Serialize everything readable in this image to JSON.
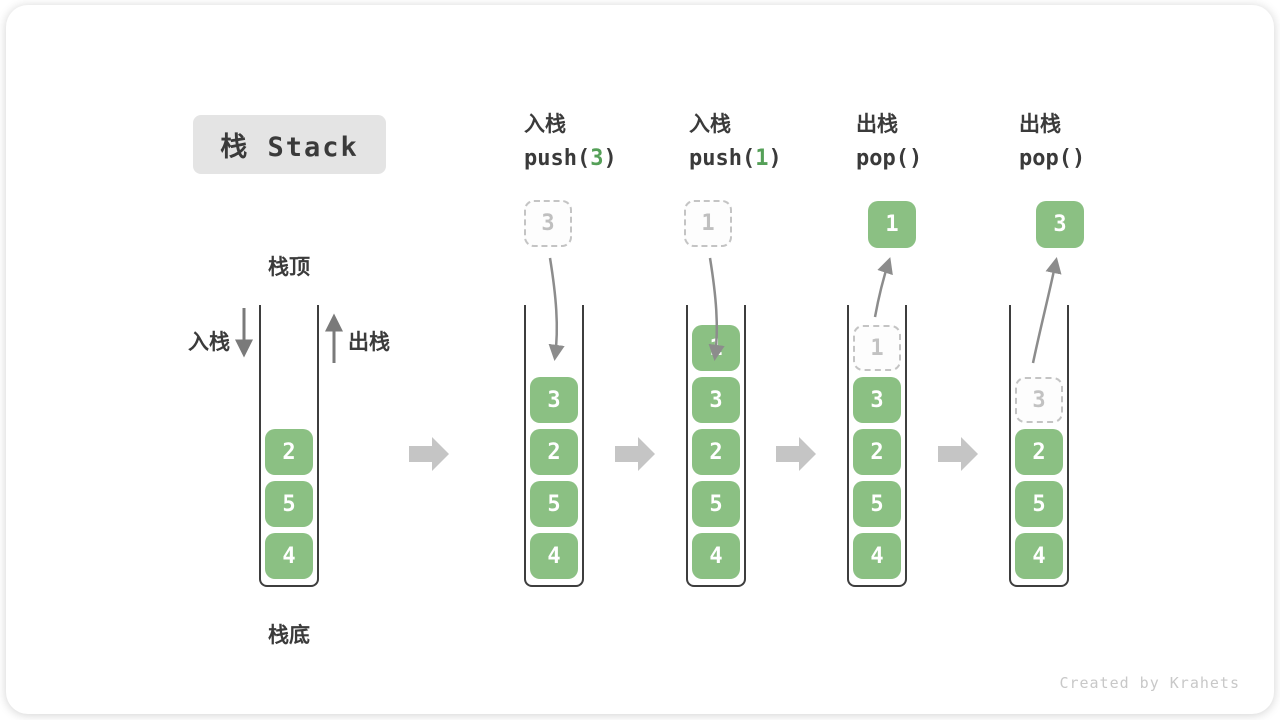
{
  "title": "栈 Stack",
  "labels": {
    "stack_top": "栈顶",
    "stack_bottom": "栈底",
    "push_side": "入栈",
    "pop_side": "出栈"
  },
  "operations": [
    {
      "name": "入栈",
      "code_pre": "push(",
      "code_arg": "3",
      "code_post": ")"
    },
    {
      "name": "入栈",
      "code_pre": "push(",
      "code_arg": "1",
      "code_post": ")"
    },
    {
      "name": "出栈",
      "code_pre": "pop(",
      "code_arg": "",
      "code_post": ")"
    },
    {
      "name": "出栈",
      "code_pre": "pop(",
      "code_arg": "",
      "code_post": ")"
    }
  ],
  "stacks": [
    {
      "cells": [
        "2",
        "5",
        "4"
      ]
    },
    {
      "floating": "3",
      "cells": [
        "3",
        "2",
        "5",
        "4"
      ]
    },
    {
      "floating": "1",
      "cells": [
        "1",
        "3",
        "2",
        "5",
        "4"
      ]
    },
    {
      "floating": "1",
      "ghost": "1",
      "cells": [
        "3",
        "2",
        "5",
        "4"
      ]
    },
    {
      "floating": "3",
      "ghost": "3",
      "cells": [
        "2",
        "5",
        "4"
      ]
    }
  ],
  "footer": "Created by Krahets",
  "colors": {
    "cell_green": "#8BC083",
    "code_arg_green": "#55A058",
    "outline_gray": "#3E3E3E",
    "curved_arrow_gray": "#8C8C8C",
    "block_arrow_gray": "#C5C5C5",
    "ghost_gray": "#C4C4C4",
    "title_bg": "#E4E4E4",
    "text_dark": "#3B3B3B",
    "footer_gray": "#C8C8C8"
  }
}
